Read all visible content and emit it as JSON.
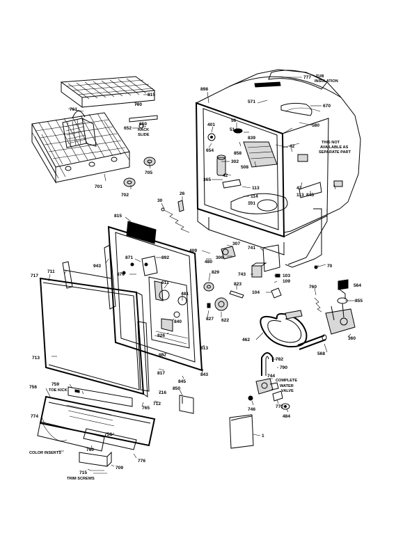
{
  "header": {
    "corner_text": ""
  },
  "labels": {
    "l777": "777",
    "tub_insulation_1": "TUB",
    "tub_insulation_2": "INSULATION",
    "l815a": "815",
    "l898": "898",
    "l571": "571",
    "l670": "670",
    "l580": "580",
    "l700": "700",
    "l761": "761",
    "l650": "650",
    "rack_slide_1": "RACK",
    "rack_slide_2": "SLIDE",
    "l652": "652",
    "l401": "401",
    "l56": "56",
    "l51": "51",
    "l839": "839",
    "l654": "654",
    "l858": "858",
    "l302": "302",
    "l508": "508",
    "l42a": "42",
    "note_1": "THIS NOT",
    "note_2": "AVAILABLE AS",
    "note_3": "SEPARATE PART",
    "l705": "705",
    "l701": "701",
    "l702": "702",
    "l365": "365",
    "l42b": "42",
    "l113a": "113",
    "l42c": "42",
    "l113b": "113",
    "l845a": "845",
    "l26": "26",
    "l30": "30",
    "l114": "114",
    "l101": "101",
    "l815b": "815",
    "l409": "409",
    "l307": "307",
    "l306": "306",
    "l741": "741",
    "l70": "70",
    "l943": "943",
    "l871": "871",
    "l892": "892",
    "l870": "870",
    "l480": "480",
    "l711": "711",
    "l717": "717",
    "l829": "829",
    "l743": "743",
    "l103": "103",
    "l109": "109",
    "l611": "611",
    "l823": "823",
    "l104": "104",
    "l760": "760",
    "l564": "564",
    "l481": "481",
    "l855": "855",
    "l840": "840",
    "l827": "827",
    "l622": "622",
    "l826": "826",
    "l462": "462",
    "l360": "360",
    "l813": "813",
    "l713": "713",
    "l807": "807",
    "l568": "568",
    "l817": "817",
    "l782": "782",
    "l790": "790",
    "l845b": "845",
    "l843": "843",
    "l744": "744",
    "l756": "756",
    "l759": "759",
    "toe_kick": "TOE KICK",
    "complete_1": "COMPLETE",
    "complete_2": "WATER",
    "complete_3": "VALVE",
    "l716": "716",
    "l850": "850",
    "l746": "746",
    "l770": "770",
    "l712": "712",
    "l765": "765",
    "l484": "484",
    "l774": "774",
    "l758": "758",
    "l1": "1",
    "l760b": "760",
    "color_inserts": "COLOR INSERTS",
    "l776": "776",
    "l709": "709",
    "l715": "715",
    "trim_screws": "TRIM SCREWS"
  }
}
